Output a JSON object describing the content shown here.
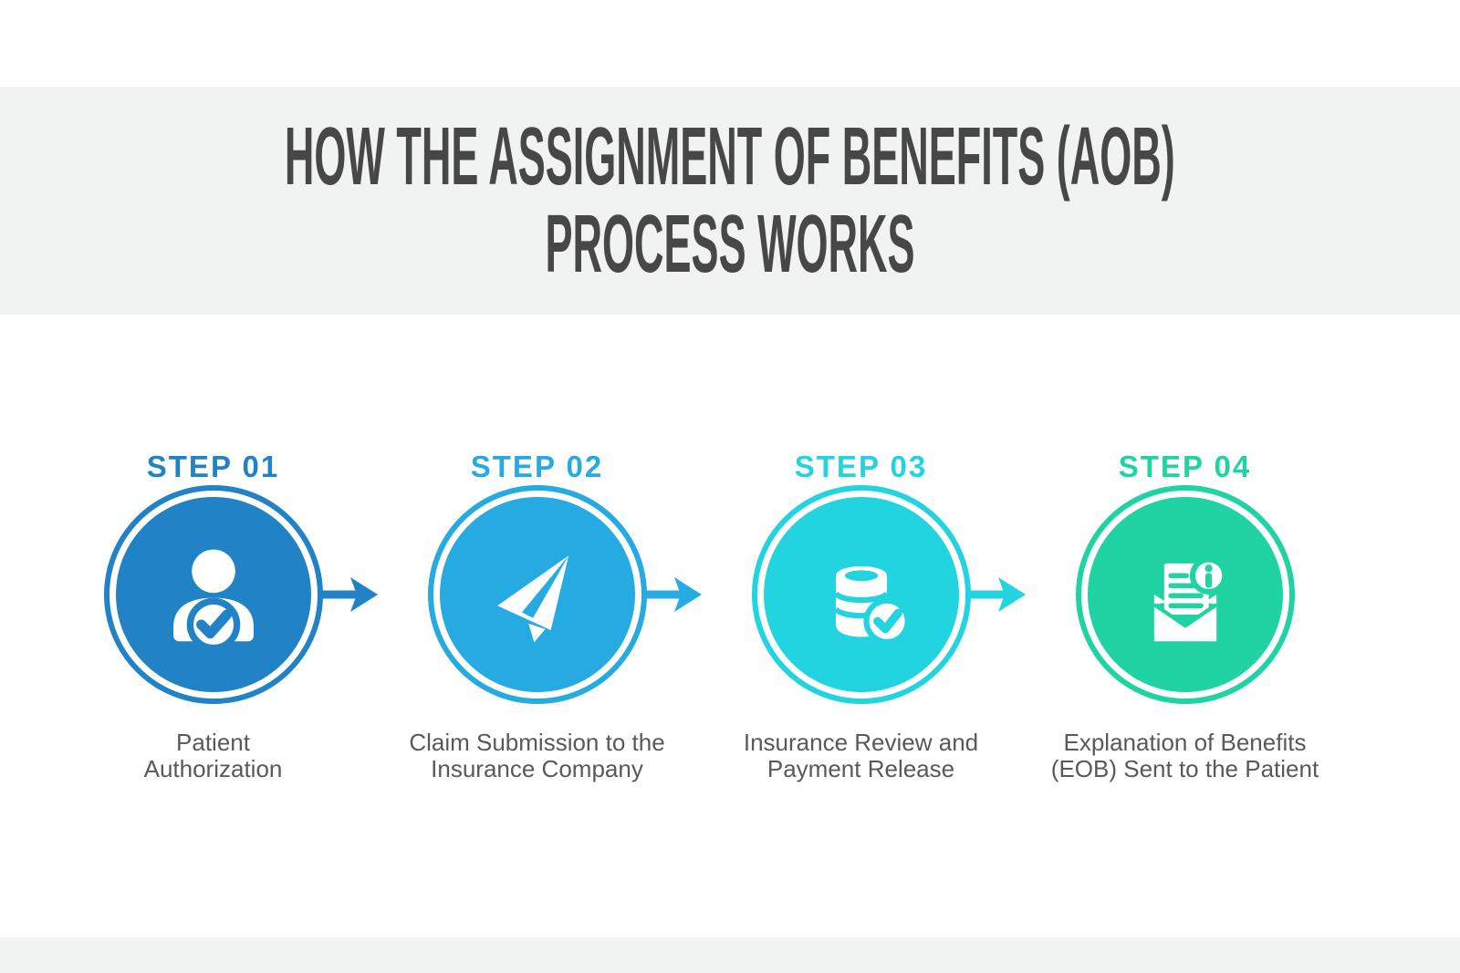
{
  "title": {
    "line1": "HOW THE ASSIGNMENT OF BENEFITS (AOB)",
    "line2": "PROCESS WORKS"
  },
  "colors": {
    "title_text": "#474747",
    "caption_text": "#58595b",
    "header_band": "#f1f2f2",
    "step1_accent": "#2183c6",
    "step2_accent": "#25aae1",
    "step3_accent": "#21d4df",
    "step4_accent": "#20d3a2"
  },
  "steps": [
    {
      "step_label": "STEP 01",
      "color": "#2183c6",
      "icon": "patient-check-icon",
      "caption_line1": "Patient",
      "caption_line2": "Authorization",
      "has_arrow": true
    },
    {
      "step_label": "STEP 02",
      "color": "#25aae1",
      "icon": "paper-plane-icon",
      "caption_line1": "Claim Submission to the",
      "caption_line2": "Insurance Company",
      "has_arrow": true
    },
    {
      "step_label": "STEP 03",
      "color": "#21d4df",
      "icon": "database-check-icon",
      "caption_line1": "Insurance Review and",
      "caption_line2": "Payment Release",
      "has_arrow": true
    },
    {
      "step_label": "STEP 04",
      "color": "#20d3a2",
      "icon": "envelope-info-icon",
      "caption_line1": "Explanation of Benefits",
      "caption_line2": "(EOB) Sent to the Patient",
      "has_arrow": false
    }
  ]
}
